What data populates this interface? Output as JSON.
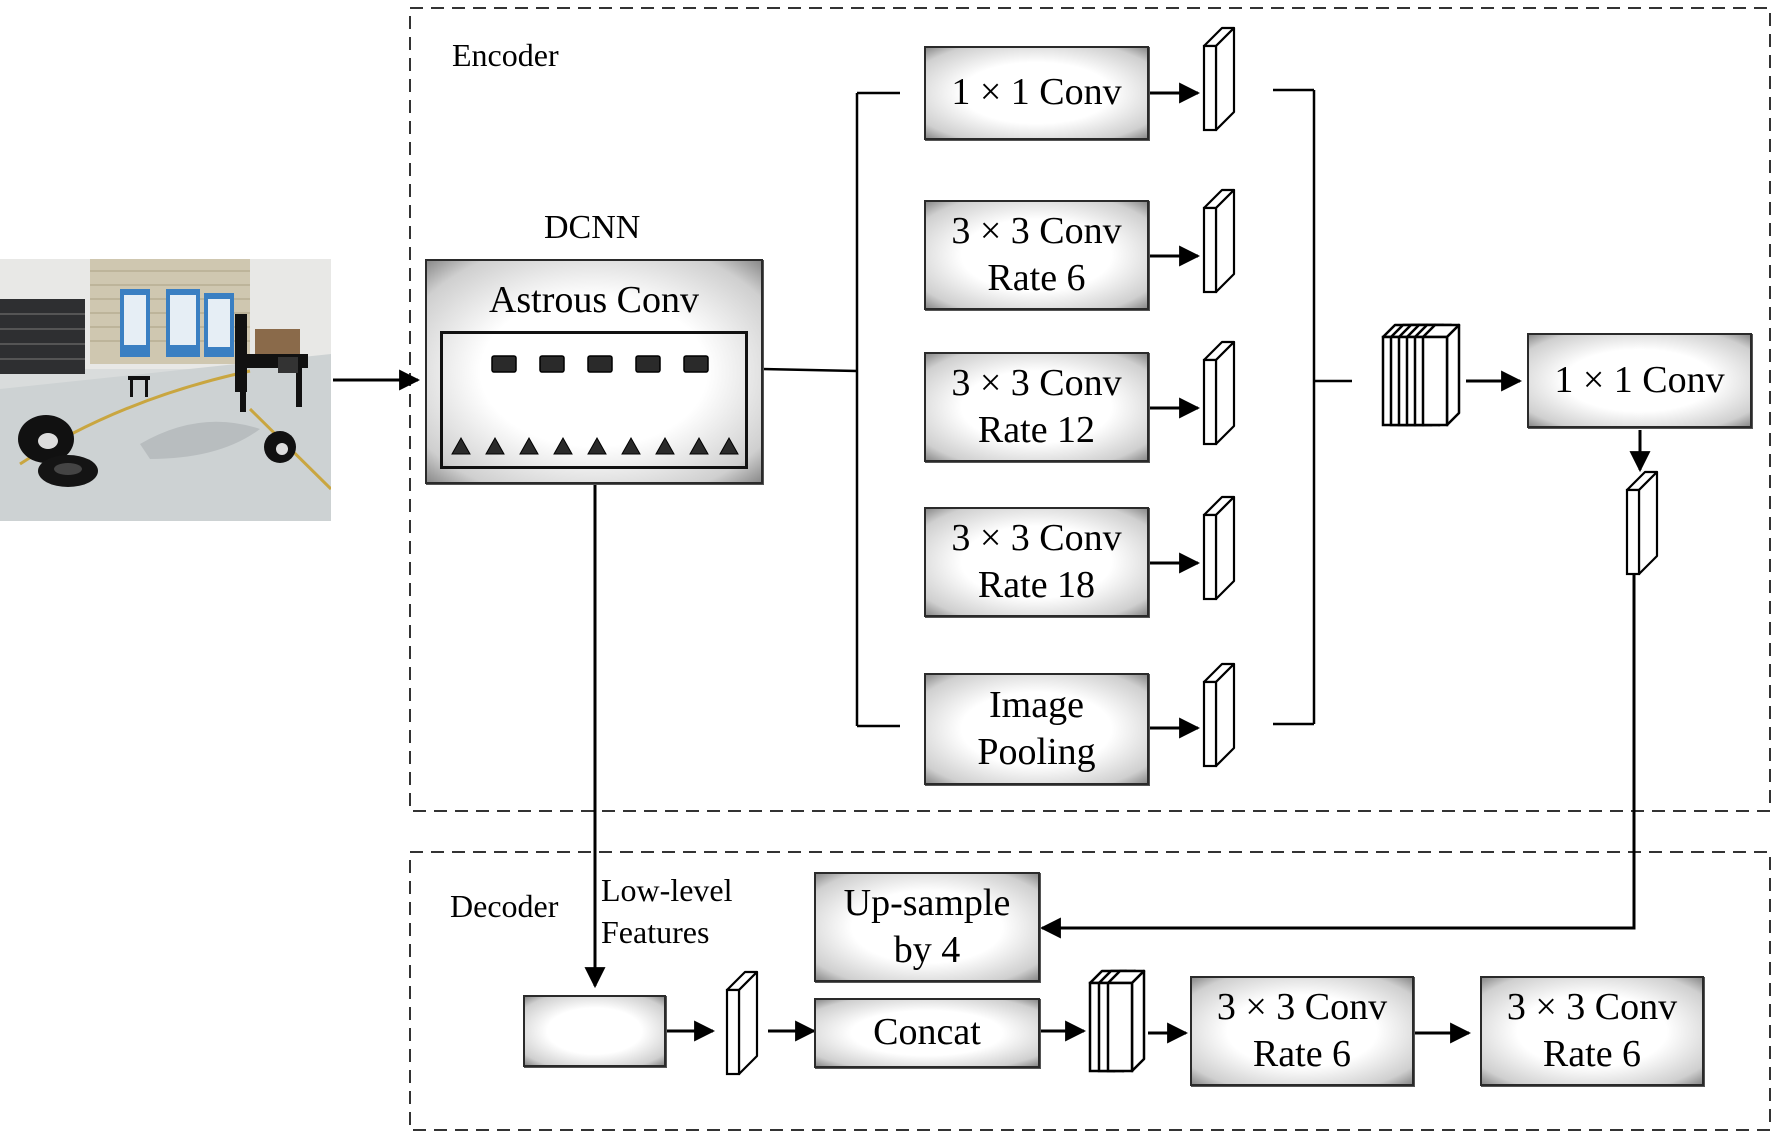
{
  "input_image": {
    "icon": "warehouse-scene-photo"
  },
  "encoder": {
    "label": "Encoder"
  },
  "decoder": {
    "label": "Decoder"
  },
  "dcnn": {
    "title": "DCNN",
    "block_label": "Astrous Conv"
  },
  "aspp": [
    {
      "line1": "1 × 1 Conv",
      "line2": ""
    },
    {
      "line1": "3 × 3 Conv",
      "line2": "Rate 6"
    },
    {
      "line1": "3 × 3 Conv",
      "line2": "Rate 12"
    },
    {
      "line1": "3 × 3 Conv",
      "line2": "Rate 18"
    },
    {
      "line1": "Image",
      "line2": "Pooling"
    }
  ],
  "encoder_output": {
    "label": "1 × 1 Conv"
  },
  "low_level": {
    "line1": "Low-level",
    "line2": "Features"
  },
  "upsample": {
    "line1": "Up-sample",
    "line2": "by 4"
  },
  "concat": {
    "label": "Concat"
  },
  "decoder_convs": [
    {
      "line1": "3 × 3 Conv",
      "line2": "Rate 6"
    },
    {
      "line1": "3 × 3 Conv",
      "line2": "Rate 6"
    }
  ],
  "colors": {
    "stroke": "#000000",
    "box_edge": "#8a8a8a",
    "background": "#ffffff"
  }
}
